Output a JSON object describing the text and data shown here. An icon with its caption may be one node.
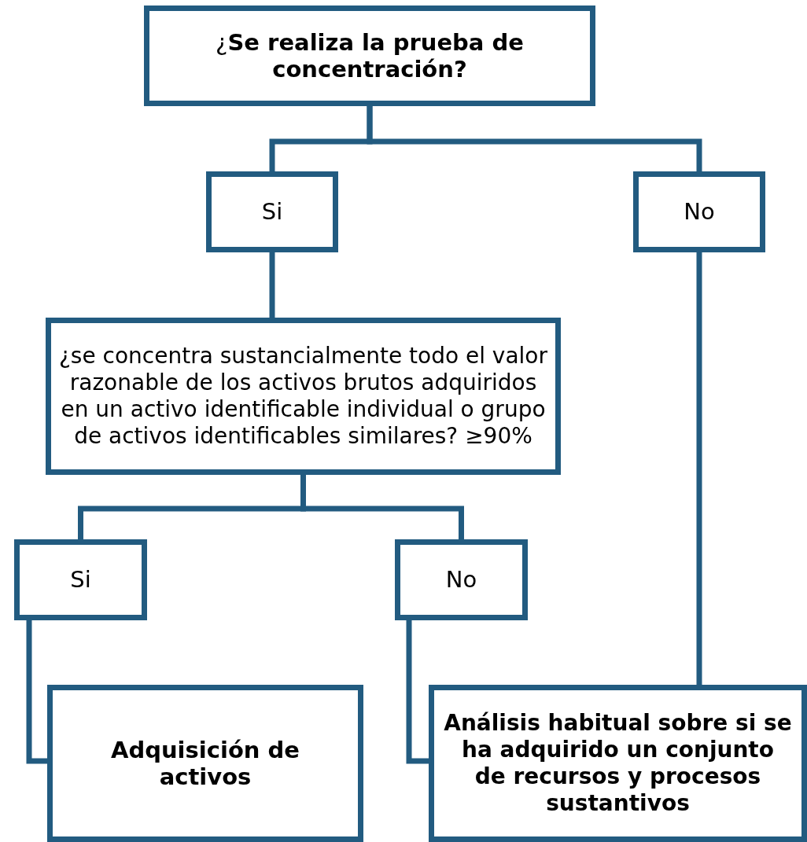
{
  "diagram": {
    "nodes": [
      {
        "text": [
          "¿**Se realiza la prueba de concentración?**"
        ]
      },
      {
        "text": [
          "Si"
        ]
      },
      {
        "text": [
          "No"
        ]
      },
      {
        "text": [
          "¿se concentra sustancialmente todo el valor razonable de los activos brutos adquiridos en un activo identificable individual o grupo de activos identificables similares? ≥90%"
        ]
      },
      {
        "text": [
          "Si"
        ]
      },
      {
        "text": [
          "No"
        ]
      },
      {
        "text": [
          "Adquisición de activos"
        ]
      },
      {
        "text": [
          "Análisis habitual sobre si se ha adquirido un conjunto de recursos y procesos sustantivos"
        ]
      }
    ],
    "edges": [
      {
        "from": 0,
        "to": 1,
        "arrow": "none"
      },
      {
        "from": 0,
        "to": 2,
        "arrow": "none"
      },
      {
        "from": 1,
        "to": 3,
        "arrow": "none"
      },
      {
        "from": 2,
        "to": 7,
        "arrow": "none"
      },
      {
        "from": 3,
        "to": 4,
        "arrow": "none"
      },
      {
        "from": 3,
        "to": 5,
        "arrow": "none"
      },
      {
        "from": 4,
        "to": 6,
        "arrow": "none"
      },
      {
        "from": 5,
        "to": 7,
        "arrow": "none"
      }
    ]
  }
}
